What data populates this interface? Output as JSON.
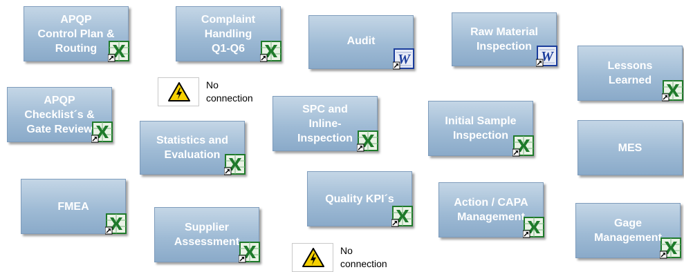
{
  "tiles": [
    {
      "id": "apqp-control-plan",
      "label": "APQP\nControl Plan &\nRouting",
      "icon": "excel-icon"
    },
    {
      "id": "complaint-handling",
      "label": "Complaint\nHandling\nQ1-Q6",
      "icon": "excel-icon"
    },
    {
      "id": "audit",
      "label": "Audit",
      "icon": "word-icon"
    },
    {
      "id": "raw-material-inspection",
      "label": "Raw Material\nInspection",
      "icon": "word-icon"
    },
    {
      "id": "lessons-learned",
      "label": "Lessons\nLearned",
      "icon": "excel-icon"
    },
    {
      "id": "apqp-checklists",
      "label": "APQP\nChecklist´s &\nGate Review",
      "icon": "excel-icon"
    },
    {
      "id": "statistics-evaluation",
      "label": "Statistics and\nEvaluation",
      "icon": "excel-icon"
    },
    {
      "id": "spc-inline-inspection",
      "label": "SPC and\nInline-\nInspection",
      "icon": "excel-icon"
    },
    {
      "id": "initial-sample-inspection",
      "label": "Initial Sample\nInspection",
      "icon": "excel-icon"
    },
    {
      "id": "mes",
      "label": "MES",
      "icon": ""
    },
    {
      "id": "fmea",
      "label": "FMEA",
      "icon": "excel-icon"
    },
    {
      "id": "supplier-assessment",
      "label": "Supplier\nAssessment",
      "icon": "excel-icon"
    },
    {
      "id": "quality-kpis",
      "label": "Quality KPI´s",
      "icon": "excel-icon"
    },
    {
      "id": "action-capa-management",
      "label": "Action / CAPA\nManagement",
      "icon": "excel-icon"
    },
    {
      "id": "gage-management",
      "label": "Gage\nManagement",
      "icon": "excel-icon"
    }
  ],
  "warnings": [
    {
      "label": "No\nconnection",
      "icon": "high-voltage-warning-icon"
    },
    {
      "label": "No\nconnection",
      "icon": "high-voltage-warning-icon"
    }
  ],
  "colors": {
    "tile_top": "#c4d6e6",
    "tile_bottom": "#8aaac9",
    "excel_green": "#1e7a2a",
    "word_blue": "#1a3c9c",
    "warning_yellow": "#f5d000"
  }
}
